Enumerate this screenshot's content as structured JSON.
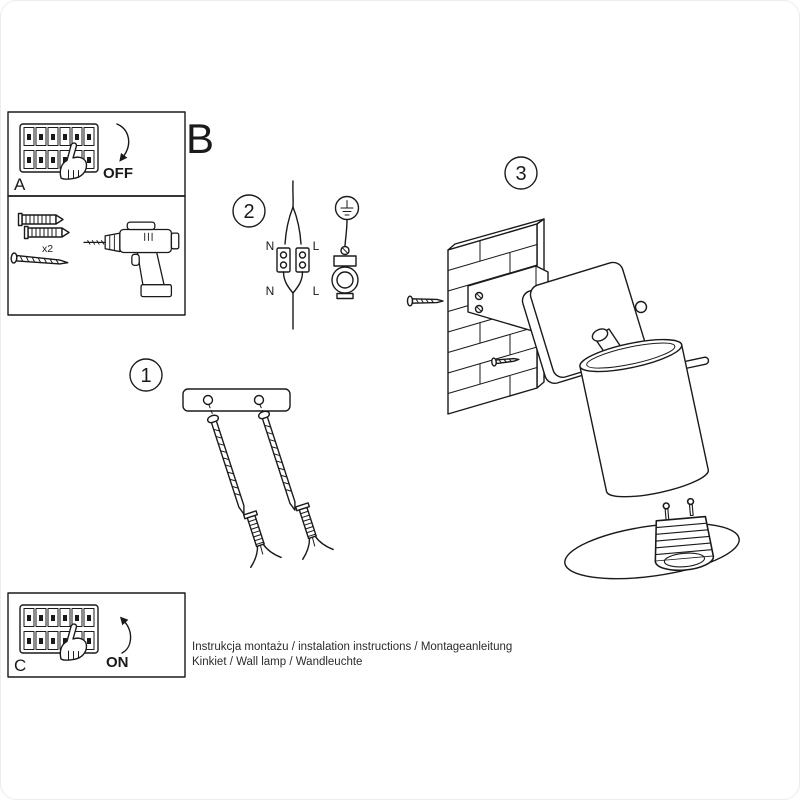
{
  "sections": {
    "a": "A",
    "b": "B",
    "c": "C"
  },
  "switch_labels": {
    "off": "OFF",
    "on": "ON"
  },
  "steps": {
    "s1": "1",
    "s2": "2",
    "s3": "3"
  },
  "wiring": {
    "n_top": "N",
    "l_top": "L",
    "n_bottom": "N",
    "l_bottom": "L"
  },
  "tools": {
    "quantity": "x2"
  },
  "footer": {
    "line1": "Instrukcja montażu / instalation instructions / Montageanleitung",
    "line2": "Kinkiet / Wall lamp / Wandleuchte"
  },
  "colors": {
    "line": "#1a1a1a",
    "background": "#ffffff"
  }
}
